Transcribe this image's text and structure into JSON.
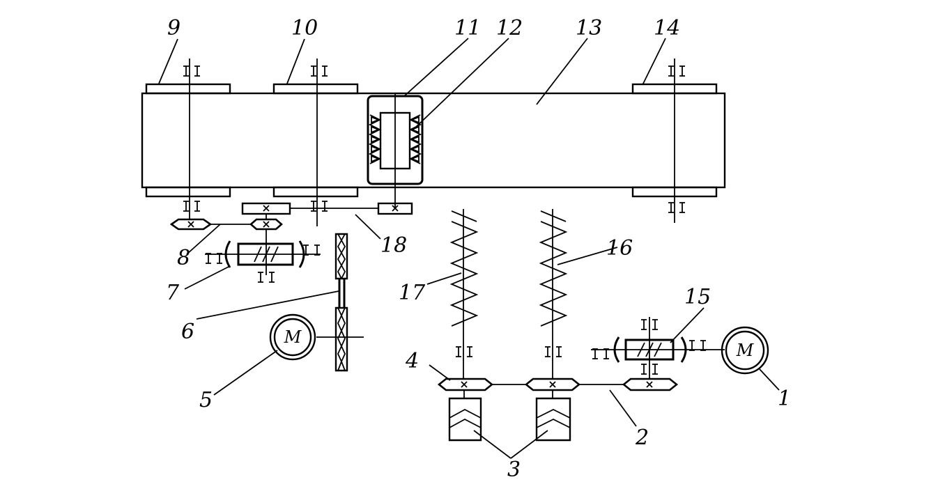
{
  "motor_symbol": "M",
  "callouts": [
    {
      "id": "1",
      "text": "1"
    },
    {
      "id": "2",
      "text": "2"
    },
    {
      "id": "3",
      "text": "3"
    },
    {
      "id": "4",
      "text": "4"
    },
    {
      "id": "5",
      "text": "5"
    },
    {
      "id": "6",
      "text": "6"
    },
    {
      "id": "7",
      "text": "7"
    },
    {
      "id": "8",
      "text": "8"
    },
    {
      "id": "9",
      "text": "9"
    },
    {
      "id": "10",
      "text": "10"
    },
    {
      "id": "11",
      "text": "11"
    },
    {
      "id": "12",
      "text": "12"
    },
    {
      "id": "13",
      "text": "13"
    },
    {
      "id": "14",
      "text": "14"
    },
    {
      "id": "15",
      "text": "15"
    },
    {
      "id": "16",
      "text": "16"
    },
    {
      "id": "17",
      "text": "17"
    },
    {
      "id": "18",
      "text": "18"
    }
  ]
}
